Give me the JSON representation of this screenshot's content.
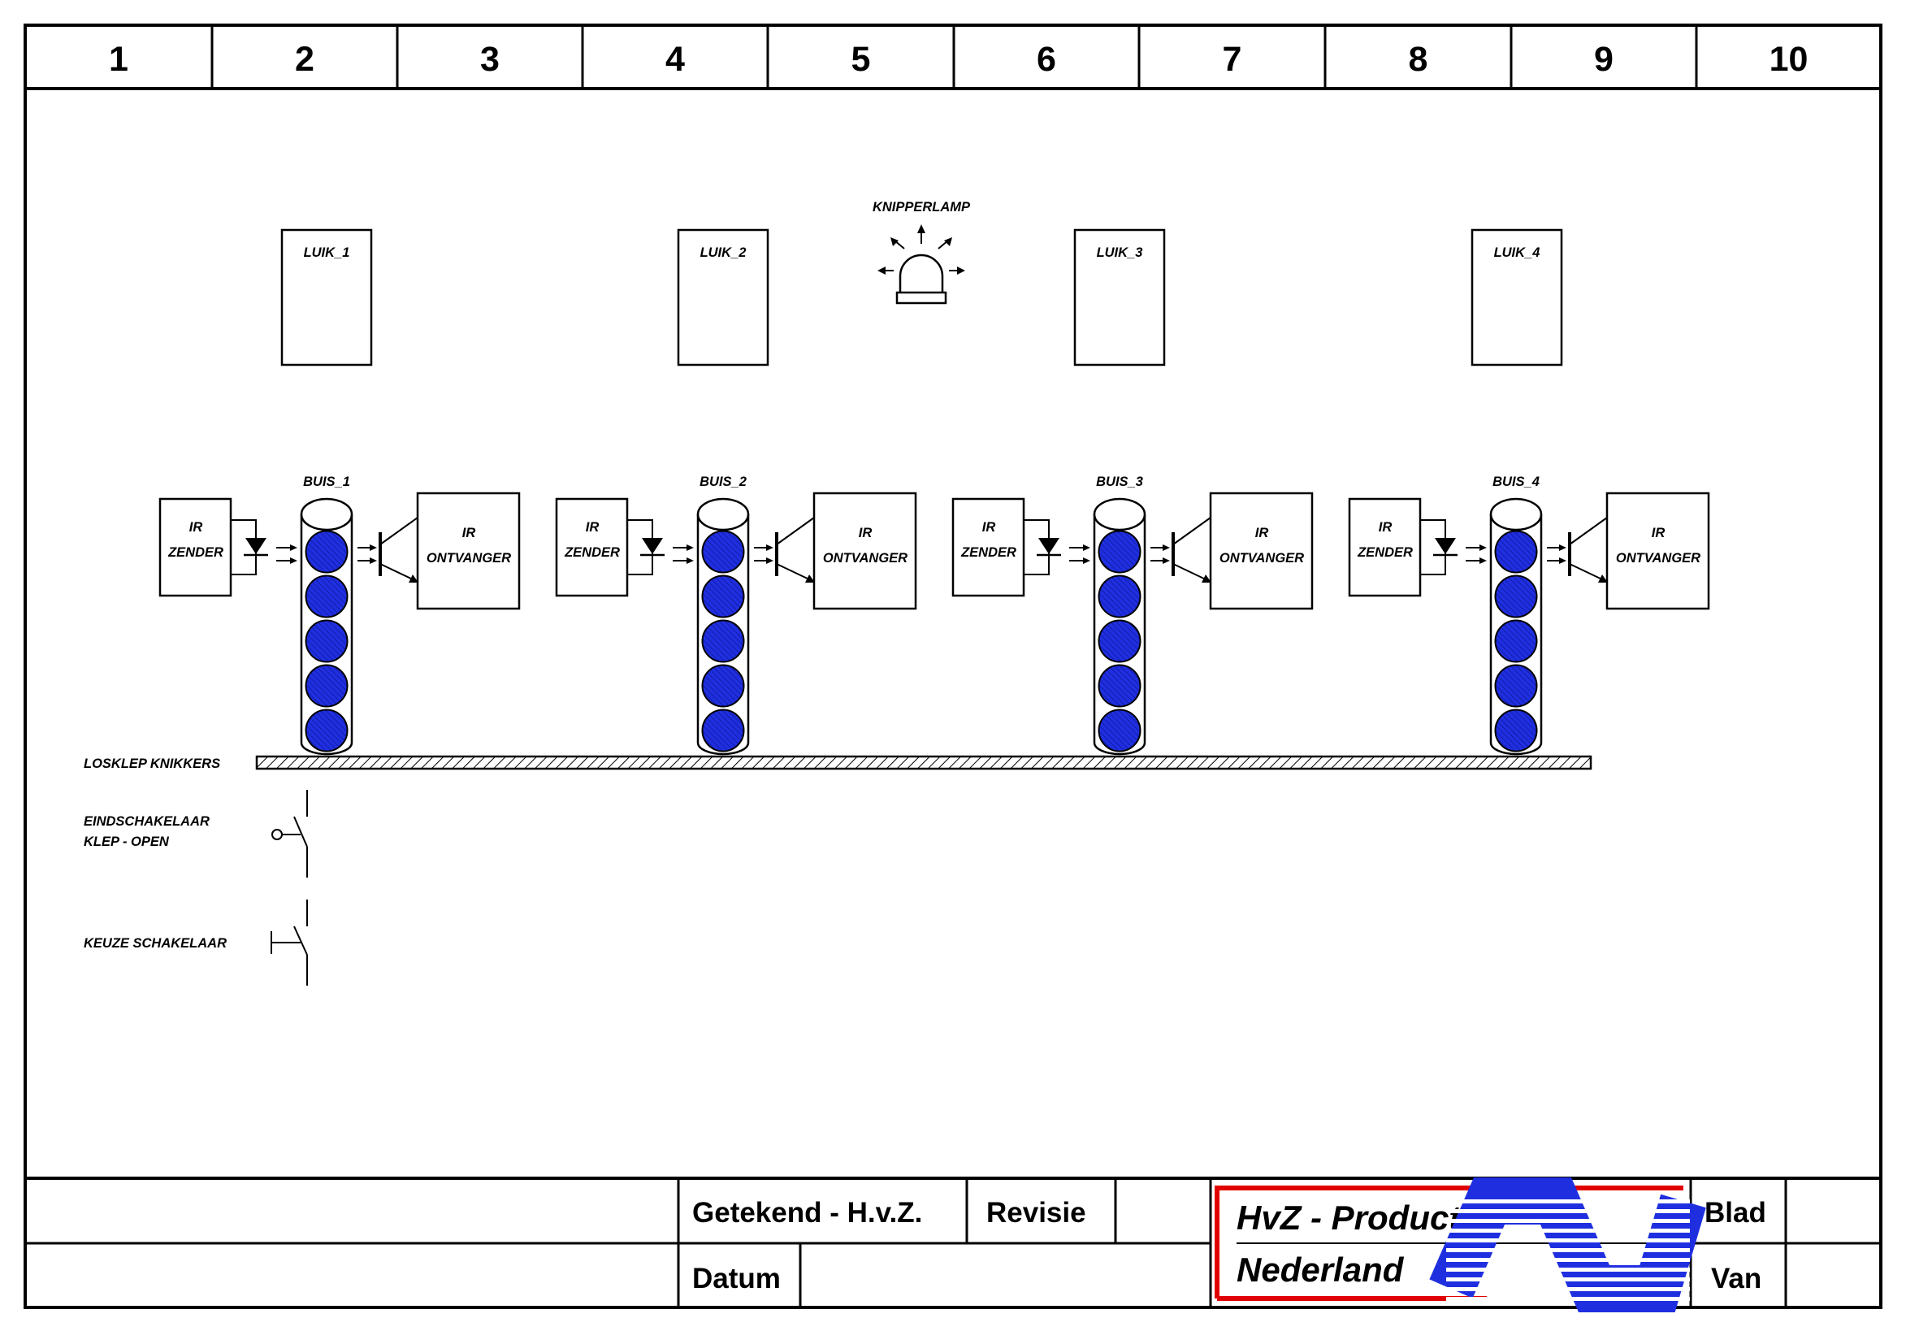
{
  "column_numbers": [
    "1",
    "2",
    "3",
    "4",
    "5",
    "6",
    "7",
    "8",
    "9",
    "10"
  ],
  "hatches": [
    {
      "label": "LUIK_1"
    },
    {
      "label": "LUIK_2"
    },
    {
      "label": "LUIK_3"
    },
    {
      "label": "LUIK_4"
    }
  ],
  "flash_lamp": {
    "label": "KNIPPERLAMP"
  },
  "tubes": [
    {
      "label": "BUIS_1"
    },
    {
      "label": "BUIS_2"
    },
    {
      "label": "BUIS_3"
    },
    {
      "label": "BUIS_4"
    }
  ],
  "ir_sender": {
    "line1": "IR",
    "line2": "ZENDER"
  },
  "ir_receiver": {
    "line1": "IR",
    "line2": "ONTVANGER"
  },
  "marble_color": "#1f2fe0",
  "valve": {
    "label": "LOSKLEP KNIKKERS"
  },
  "limit_switch": {
    "line1": "EINDSCHAKELAAR",
    "line2": "KLEP - OPEN"
  },
  "selector_switch": {
    "label": "KEUZE SCHAKELAAR"
  },
  "title_block": {
    "drawn_by": "Getekend - H.v.Z.",
    "revision": "Revisie",
    "date": "Datum",
    "sheet": "Blad",
    "of": "Van",
    "company_line1": "HvZ - Product",
    "company_line2": "Nederland",
    "logo_accent": "#e00000",
    "logo_blue": "#1f2fe0"
  }
}
